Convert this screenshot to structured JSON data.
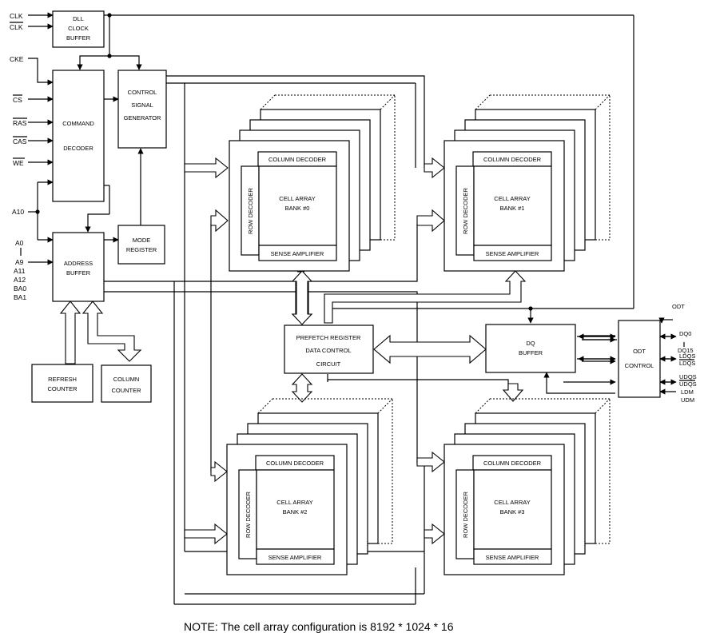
{
  "blocks": {
    "dll": [
      "DLL",
      "CLOCK",
      "BUFFER"
    ],
    "command_decoder": [
      "COMMAND",
      "DECODER"
    ],
    "control_signal": [
      "CONTROL",
      "SIGNAL",
      "GENERATOR"
    ],
    "mode_register": [
      "MODE",
      "REGISTER"
    ],
    "address_buffer": [
      "ADDRESS",
      "BUFFER"
    ],
    "refresh_counter": [
      "REFRESH",
      "COUNTER"
    ],
    "column_counter": [
      "COLUMN",
      "COUNTER"
    ],
    "prefetch": [
      "PREFETCH REGISTER",
      "DATA CONTROL",
      "CIRCUIT"
    ],
    "dq_buffer": [
      "DQ",
      "BUFFER"
    ],
    "odt_control": [
      "ODT",
      "CONTROL"
    ]
  },
  "banks": [
    {
      "name": "CELL ARRAY",
      "number": "BANK #0"
    },
    {
      "name": "CELL ARRAY",
      "number": "BANK #1"
    },
    {
      "name": "CELL ARRAY",
      "number": "BANK #2"
    },
    {
      "name": "CELL ARRAY",
      "number": "BANK #3"
    }
  ],
  "bank_labels": {
    "column_decoder": "COLUMN DECODER",
    "row_decoder": "ROW DECODER",
    "sense_amplifier": "SENSE AMPLIFIER"
  },
  "pins_left": {
    "clk": "CLK",
    "clk_bar": "CLK",
    "cke": "CKE",
    "cs": "CS",
    "ras": "RAS",
    "cas": "CAS",
    "we": "WE",
    "a10": "A10",
    "a0": "A0",
    "a9": "A9",
    "a11": "A11",
    "a12": "A12",
    "ba0": "BA0",
    "ba1": "BA1"
  },
  "pins_right": {
    "odt": "ODT",
    "dq0": "DQ0",
    "dq15": "DQ15",
    "ldqs": "LDQS",
    "ldqs_bar": "LDQS",
    "udqs": "UDQS",
    "udqs_bar": "UDQS",
    "ldm": "LDM",
    "udm": "UDM"
  },
  "note": "NOTE: The cell array configuration is 8192 * 1024 * 16"
}
